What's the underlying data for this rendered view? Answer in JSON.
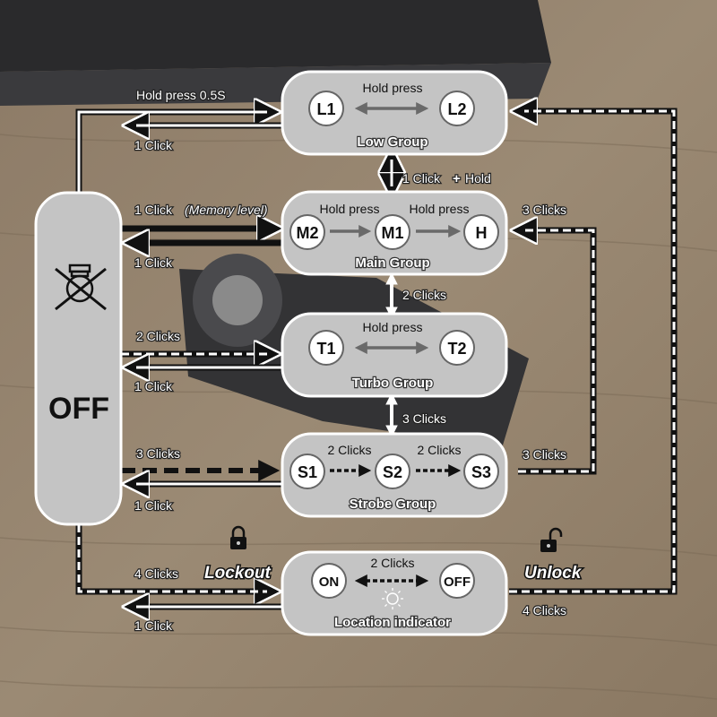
{
  "off_panel": {
    "label": "OFF",
    "icon": "light-bulb-off-icon"
  },
  "groups": {
    "low": {
      "title": "Low Group",
      "nodes": [
        "L1",
        "L2"
      ],
      "inner_labels": [
        "Hold press"
      ]
    },
    "main": {
      "title": "Main Group",
      "nodes": [
        "M2",
        "M1",
        "H"
      ],
      "inner_labels": [
        "Hold press",
        "Hold press"
      ]
    },
    "turbo": {
      "title": "Turbo Group",
      "nodes": [
        "T1",
        "T2"
      ],
      "inner_labels": [
        "Hold press"
      ]
    },
    "strobe": {
      "title": "Strobe Group",
      "nodes": [
        "S1",
        "S2",
        "S3"
      ],
      "inner_labels": [
        "2 Clicks",
        "2 Clicks"
      ]
    },
    "location": {
      "title": "Location indicator",
      "nodes": [
        "ON",
        "OFF"
      ],
      "inner_labels": [
        "2 Clicks"
      ],
      "icon": "sun-icon"
    }
  },
  "connections": {
    "off_to_low": "Hold press 0.5S",
    "low_to_off": "1 Click",
    "low_main": "1 Click",
    "low_main_plus": "+",
    "low_main_hold": "Hold",
    "off_to_main_a": "1 Click",
    "off_to_main_b": "(Memory level)",
    "main_to_off": "1 Click",
    "main_turbo": "2 Clicks",
    "off_to_turbo": "2 Clicks",
    "turbo_to_off": "1 Click",
    "turbo_strobe": "3 Clicks",
    "off_to_strobe": "3 Clicks",
    "strobe_to_off": "1 Click",
    "strobe_to_main": "3 Clicks",
    "main_from_strobe": "3 Clicks",
    "off_to_location": "4 Clicks",
    "lockout": "Lockout",
    "location_to_off": "1 Click",
    "unlock": "Unlock",
    "location_to_low": "4 Clicks"
  },
  "colors": {
    "panel": "#c4c4c4",
    "node": "#ffffff",
    "arrow": "#111111"
  }
}
